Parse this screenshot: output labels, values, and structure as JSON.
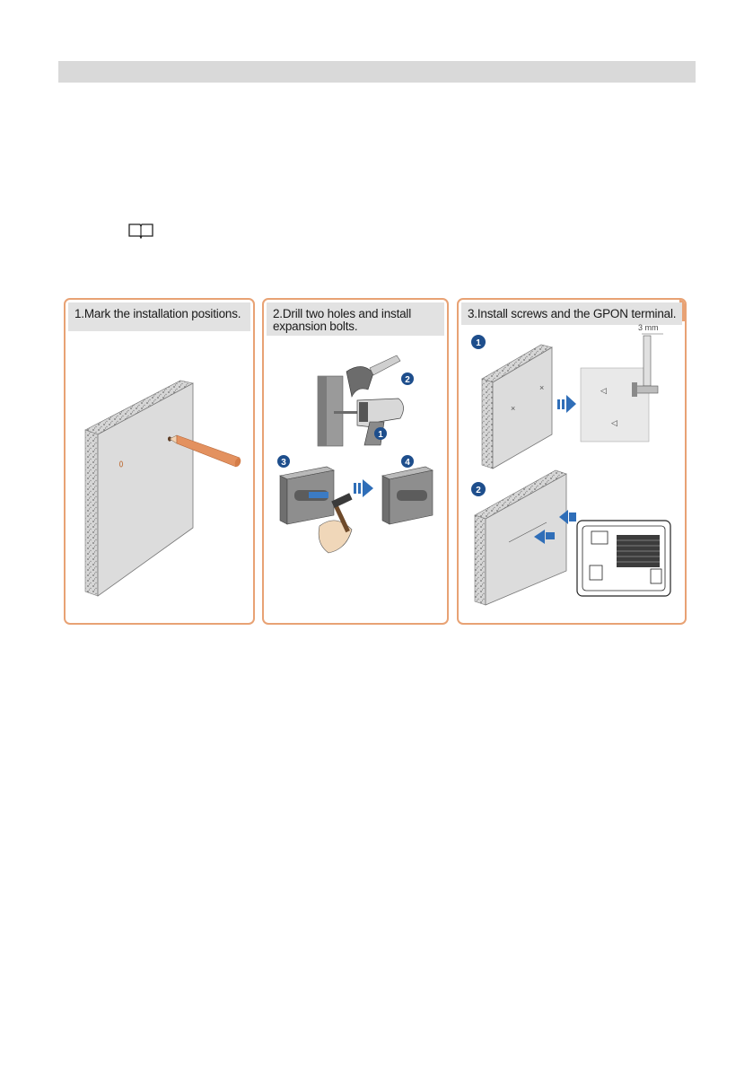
{
  "panels": [
    {
      "lines": [
        "1.Mark the installation positions."
      ]
    },
    {
      "lines": [
        "2.Drill two holes and install",
        "expansion bolts."
      ]
    },
    {
      "lines": [
        "3.Install screws and the GPON terminal."
      ]
    }
  ],
  "labels": {
    "step_markers": [
      "2",
      "1",
      "3",
      "4"
    ],
    "sub_steps": [
      "1",
      "2"
    ],
    "dimension": "3 mm"
  },
  "icons": [
    "note-book-icon",
    "pencil-icon",
    "drill-icon",
    "hammer-icon",
    "arrow-right-icon",
    "wall-board-icon",
    "gpon-terminal-icon"
  ],
  "colors": {
    "panel_border": "#e8a274",
    "header_bg": "#e2e2e2",
    "marker_blue": "#1e4e8c",
    "arrow_blue": "#2f6eb8",
    "section_bar": "#d9d9d9",
    "pencil": "#e3915f"
  }
}
